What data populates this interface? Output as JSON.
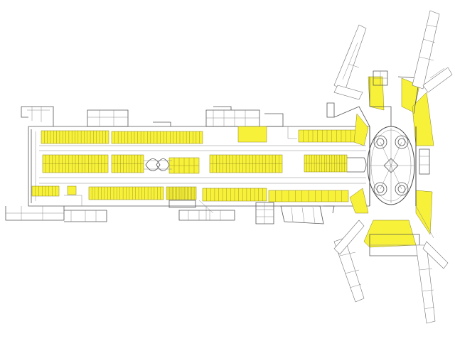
{
  "plan": {
    "background": "#ffffff",
    "shop_color": "#f7f13a",
    "line_color": "#555555",
    "rows": [
      {
        "id": "north-left",
        "units": 22
      },
      {
        "id": "north-mid",
        "units": 28
      },
      {
        "id": "north-right",
        "units": 12
      },
      {
        "id": "center-1",
        "units": 20
      },
      {
        "id": "center-2",
        "units": 11
      },
      {
        "id": "center-3",
        "units": 6
      },
      {
        "id": "center-4",
        "units": 22
      },
      {
        "id": "center-5",
        "units": 17
      },
      {
        "id": "south-left",
        "units": 24
      },
      {
        "id": "south-mid",
        "units": 20
      },
      {
        "id": "south-right",
        "units": 16
      },
      {
        "id": "south-east",
        "units": 12
      },
      {
        "id": "west-column",
        "units": 8
      }
    ]
  }
}
